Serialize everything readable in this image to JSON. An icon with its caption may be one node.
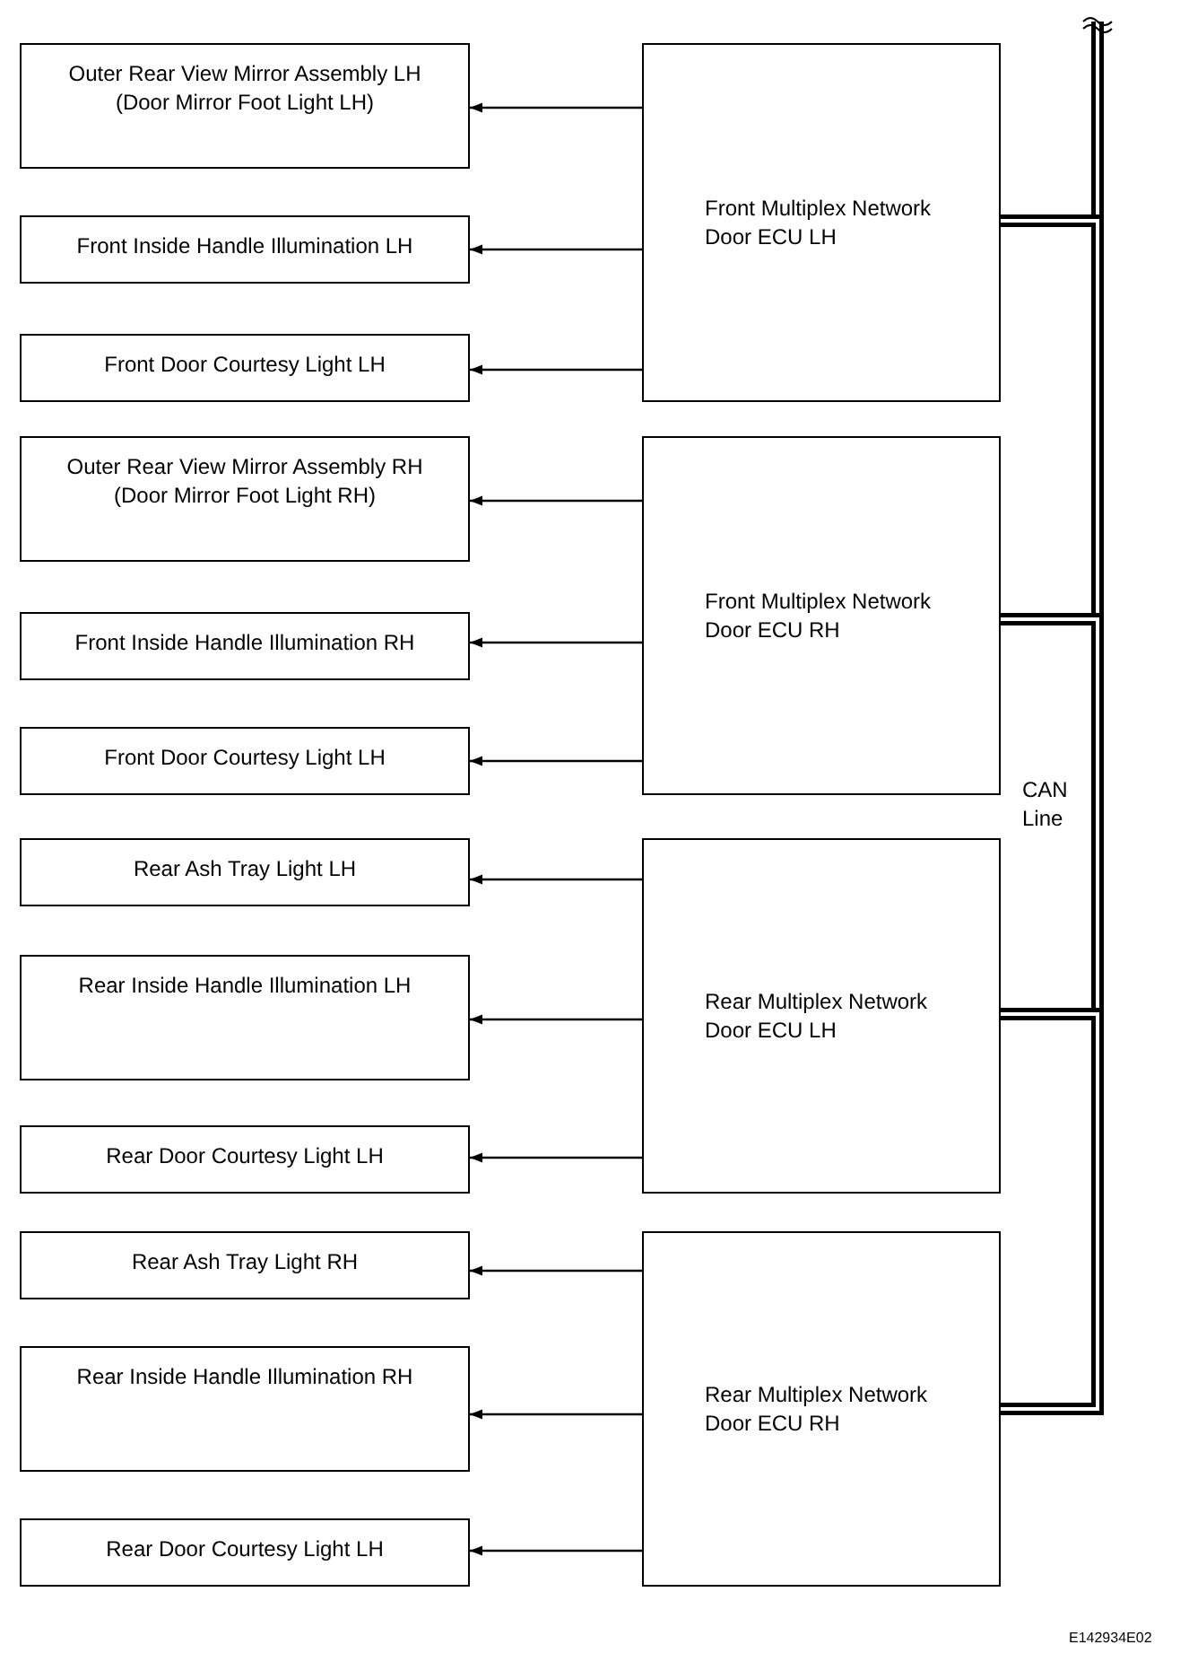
{
  "diagram": {
    "nodes": [
      {
        "text": [
          "Outer Rear View Mirror Assembly LH (Door Mirror Foot Light LH)"
        ]
      },
      {
        "text": [
          "Front Inside Handle Illumination LH"
        ]
      },
      {
        "text": [
          "Front Door Courtesy Light LH"
        ]
      },
      {
        "text": [
          "Outer Rear View Mirror Assembly RH (Door Mirror Foot Light RH)"
        ]
      },
      {
        "text": [
          "Front Inside Handle Illumination RH"
        ]
      },
      {
        "text": [
          "Front Door Courtesy Light LH"
        ]
      },
      {
        "text": [
          "Rear Ash Tray Light LH"
        ]
      },
      {
        "text": [
          "Rear Inside Handle Illumination LH"
        ]
      },
      {
        "text": [
          "Rear Door Courtesy Light LH"
        ]
      },
      {
        "text": [
          "Rear Ash Tray Light RH"
        ]
      },
      {
        "text": [
          "Rear Inside Handle Illumination RH"
        ]
      },
      {
        "text": [
          "Rear Door Courtesy Light LH"
        ]
      },
      {
        "text": [
          "Front Multiplex Network Door ECU LH"
        ]
      },
      {
        "text": [
          "Front Multiplex Network Door ECU RH"
        ]
      },
      {
        "text": [
          "Rear Multiplex Network Door ECU LH"
        ]
      },
      {
        "text": [
          "Rear Multiplex Network Door ECU RH"
        ]
      }
    ],
    "edges": [
      {
        "from": 12,
        "to": 0,
        "arrow": "to"
      },
      {
        "from": 12,
        "to": 1,
        "arrow": "to"
      },
      {
        "from": 12,
        "to": 2,
        "arrow": "to"
      },
      {
        "from": 13,
        "to": 3,
        "arrow": "to"
      },
      {
        "from": 13,
        "to": 4,
        "arrow": "to"
      },
      {
        "from": 13,
        "to": 5,
        "arrow": "to"
      },
      {
        "from": 14,
        "to": 6,
        "arrow": "to"
      },
      {
        "from": 14,
        "to": 7,
        "arrow": "to"
      },
      {
        "from": 14,
        "to": 8,
        "arrow": "to"
      },
      {
        "from": 15,
        "to": 9,
        "arrow": "to"
      },
      {
        "from": 15,
        "to": 10,
        "arrow": "to"
      },
      {
        "from": 15,
        "to": 11,
        "arrow": "to"
      },
      {
        "from": null,
        "to": 12,
        "arrow": "none",
        "style": "thick"
      },
      {
        "from": 12,
        "to": 13,
        "arrow": "none",
        "style": "thick"
      },
      {
        "from": 13,
        "to": 14,
        "arrow": "none",
        "style": "thick"
      },
      {
        "from": 14,
        "to": 15,
        "arrow": "none",
        "style": "thick"
      }
    ],
    "labels": [
      "CAN Line",
      "E142934E02"
    ]
  }
}
